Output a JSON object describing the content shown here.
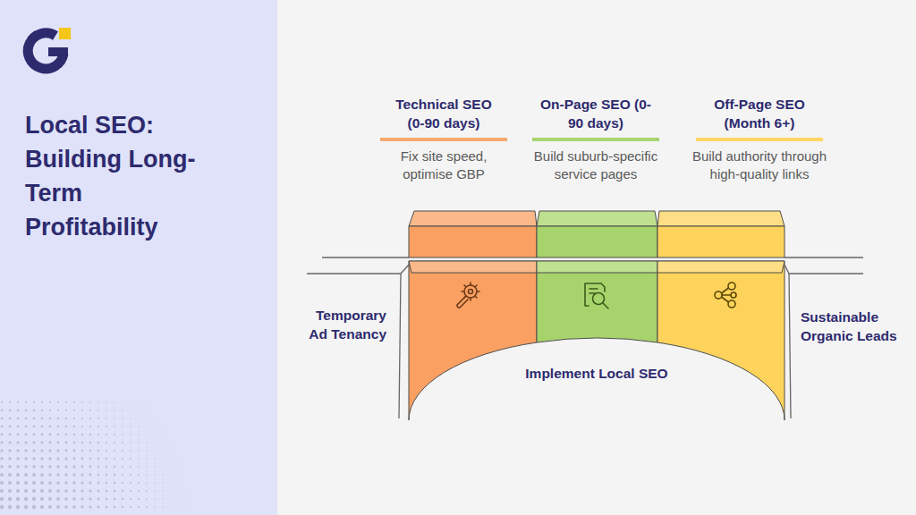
{
  "diagram": {
    "title": "Local SEO: Building Long-Term Profitability",
    "nodes": [
      {
        "text": [
          "Technical SEO (0-90 days)",
          "Fix site speed, optimise GBP"
        ]
      },
      {
        "text": [
          "On-Page SEO (0-90 days)",
          "Build suburb-specific service pages"
        ]
      },
      {
        "text": [
          "Off-Page SEO (Month 6+)",
          "Build authority through high-quality links"
        ]
      }
    ],
    "labels": [
      "Temporary Ad Tenancy",
      "Implement Local SEO",
      "Sustainable Organic Leads"
    ]
  }
}
